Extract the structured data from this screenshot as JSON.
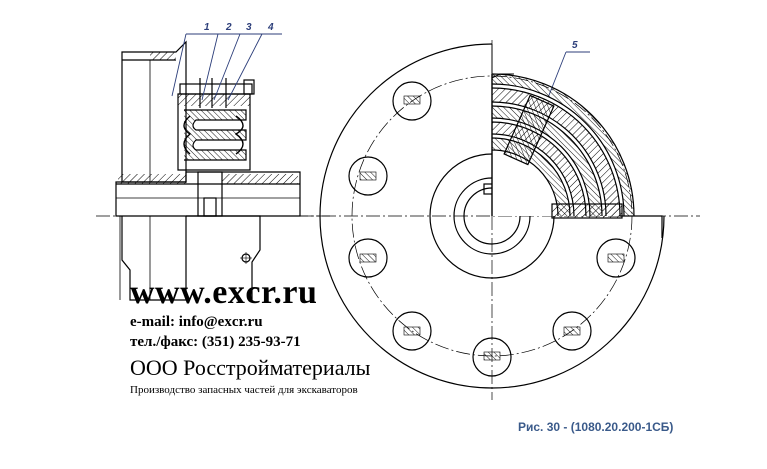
{
  "callouts": [
    "1",
    "2",
    "3",
    "4",
    "5"
  ],
  "watermark": {
    "site": "www.excr.ru",
    "email": "e-mail: info@excr.ru",
    "phone": "тел./факс: (351) 235-93-71",
    "company": "ООО Росстройматериалы",
    "tagline": "Производство запасных частей для экскаваторов"
  },
  "caption": "Рис. 30 - (1080.20.200-1СБ)",
  "colors": {
    "line": "#000000",
    "callout": "#2c3e7a",
    "caption": "#3a5a8a"
  }
}
